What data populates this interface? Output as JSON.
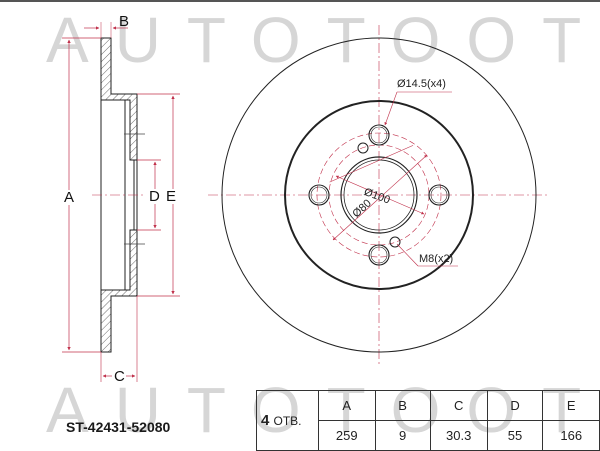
{
  "watermark": {
    "text": "AUTOTOOT",
    "color": "#d6d6d6"
  },
  "side_view": {
    "labels": {
      "A": "A",
      "B": "B",
      "C": "C",
      "D": "D",
      "E": "E"
    }
  },
  "front_view": {
    "bolt_hole_annotation": "Ø14.5(x4)",
    "pcd_annotation": "Ø100",
    "center_bore_annotation": "Ø80",
    "thread_annotation": "M8(x2)"
  },
  "part_number": "ST-42431-52080",
  "spec_table": {
    "holes_count": "4",
    "holes_suffix": "ОТВ.",
    "headers": [
      "A",
      "B",
      "C",
      "D",
      "E"
    ],
    "values": [
      "259",
      "9",
      "30.3",
      "55",
      "166"
    ]
  },
  "colors": {
    "dimension_line": "#c0304a",
    "outline": "#222222",
    "watermark": "#d6d6d6"
  }
}
